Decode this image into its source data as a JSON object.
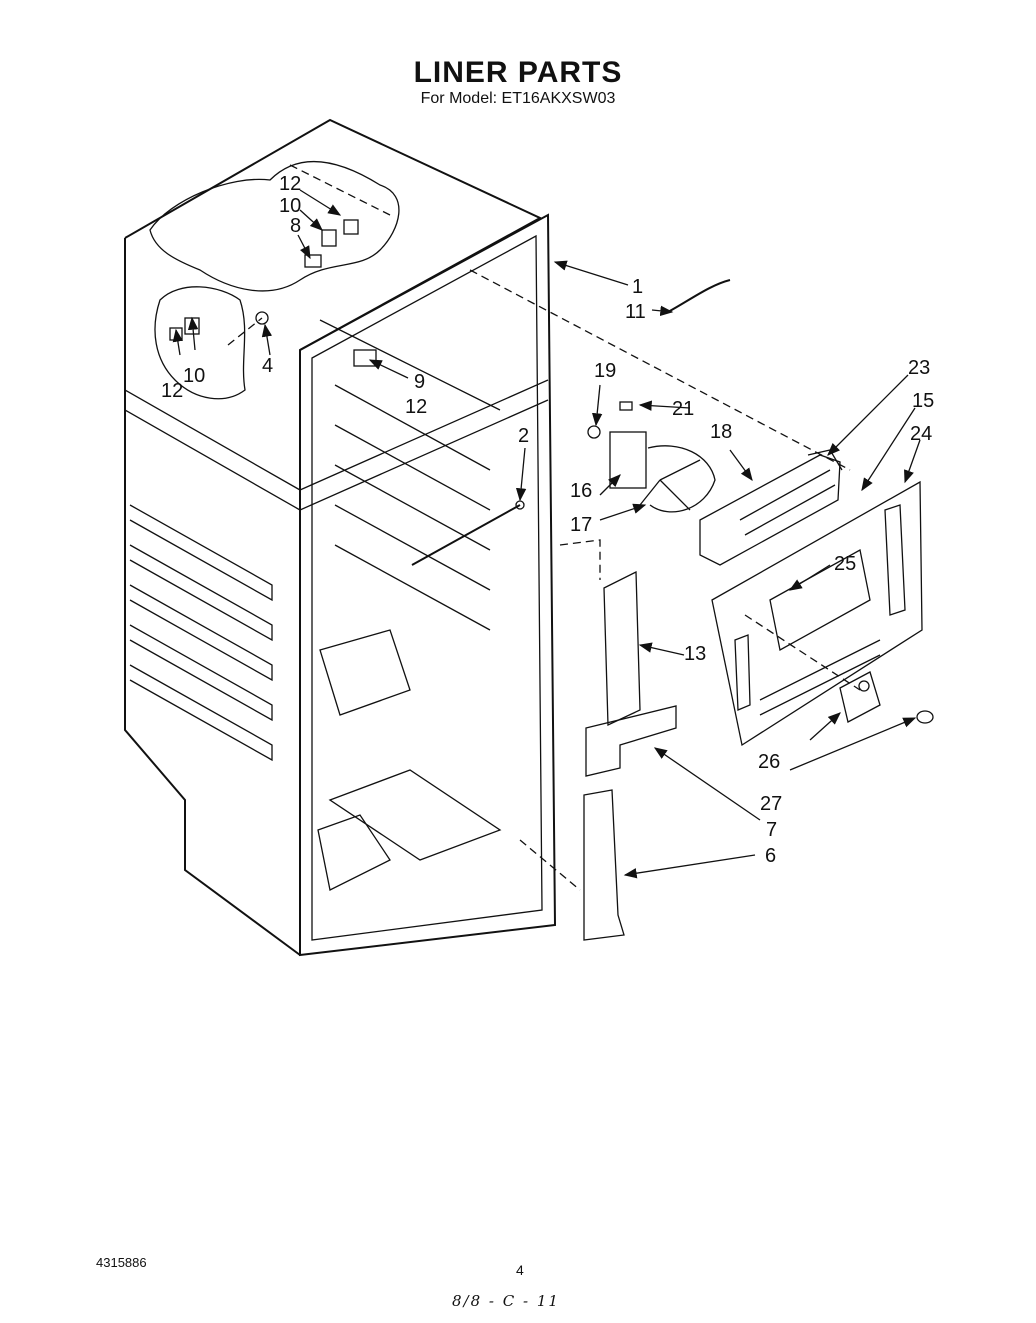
{
  "header": {
    "title": "LINER PARTS",
    "model_line": "For Model: ET16AKXSW03"
  },
  "footer": {
    "part_number": "4315886",
    "page_number": "4",
    "handwritten_note": "8/8 - C - 11"
  },
  "callouts": [
    {
      "id": "c1",
      "label": "1"
    },
    {
      "id": "c2",
      "label": "2"
    },
    {
      "id": "c4",
      "label": "4"
    },
    {
      "id": "c6",
      "label": "6"
    },
    {
      "id": "c7",
      "label": "7"
    },
    {
      "id": "c8",
      "label": "8"
    },
    {
      "id": "c9",
      "label": "9"
    },
    {
      "id": "c10a",
      "label": "10"
    },
    {
      "id": "c10b",
      "label": "10"
    },
    {
      "id": "c11",
      "label": "11"
    },
    {
      "id": "c12a",
      "label": "12"
    },
    {
      "id": "c12b",
      "label": "12"
    },
    {
      "id": "c12c",
      "label": "12"
    },
    {
      "id": "c13",
      "label": "13"
    },
    {
      "id": "c15",
      "label": "15"
    },
    {
      "id": "c16",
      "label": "16"
    },
    {
      "id": "c17",
      "label": "17"
    },
    {
      "id": "c18",
      "label": "18"
    },
    {
      "id": "c19",
      "label": "19"
    },
    {
      "id": "c21",
      "label": "21"
    },
    {
      "id": "c23",
      "label": "23"
    },
    {
      "id": "c24",
      "label": "24"
    },
    {
      "id": "c25",
      "label": "25"
    },
    {
      "id": "c26",
      "label": "26"
    },
    {
      "id": "c27",
      "label": "27"
    }
  ]
}
